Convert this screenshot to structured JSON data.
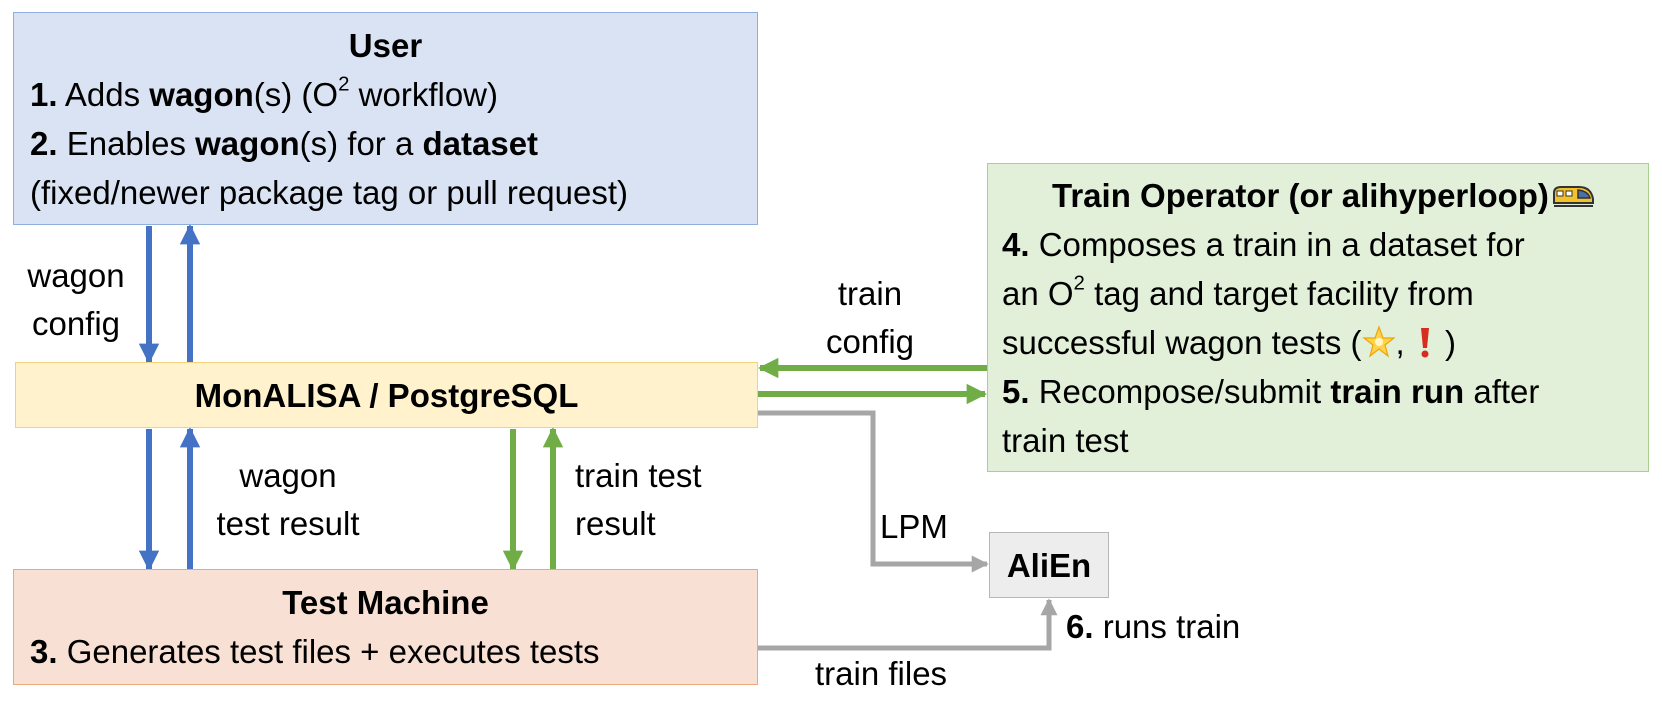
{
  "user": {
    "title": "User",
    "s1_num": "1.",
    "s1_a": "Adds",
    "s1_bold": "wagon",
    "s1_b": "(s) (O",
    "s1_sup": "2",
    "s1_c": "workflow)",
    "s2_num": "2.",
    "s2_a": "Enables",
    "s2_bold1": "wagon",
    "s2_b": "(s) for a",
    "s2_bold2": "dataset",
    "s2_line2": "(fixed/newer package tag or pull request)"
  },
  "db": {
    "label": "MonALISA / PostgreSQL"
  },
  "test_machine": {
    "title": "Test Machine",
    "s3_num": "3.",
    "s3_text": "Generates test files + executes tests"
  },
  "operator": {
    "title": "Train Operator (or alihyperloop)",
    "s4_num": "4.",
    "s4_line1": "Composes a train in a dataset for",
    "s4_line2a": "an O",
    "s4_sup": "2",
    "s4_line2b": "tag and target facility from",
    "s4_line3a": "successful wagon tests (",
    "s4_line3b": ",",
    "s4_line3c": ")",
    "s5_num": "5.",
    "s5_a": "Recompose/submit",
    "s5_bold": "train run",
    "s5_b": "after",
    "s5_line2": "train test",
    "icons": [
      "train-icon",
      "star-icon",
      "exclamation-icon"
    ]
  },
  "alien": {
    "label": "AliEn"
  },
  "edges": {
    "wagon_config": [
      "wagon",
      "config"
    ],
    "wagon_test_result": [
      "wagon",
      "test result"
    ],
    "train_test_result": [
      "train test",
      "result"
    ],
    "train_config": [
      "train",
      "config"
    ],
    "lpm": "LPM",
    "train_files": "train files",
    "s6_num": "6.",
    "s6_text": "runs train"
  },
  "colors": {
    "blue_arrow": "#4472c4",
    "green_arrow": "#70ad47",
    "gray_arrow": "#a6a6a6"
  }
}
